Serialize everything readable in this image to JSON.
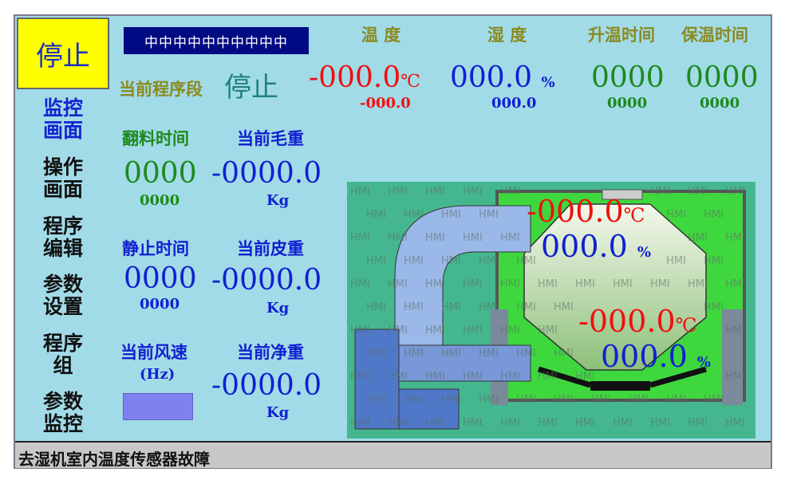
{
  "stop_button": "停止",
  "banner": "中中中中中中中中中中",
  "nav": [
    {
      "l1": "监控",
      "l2": "画面"
    },
    {
      "l1": "操作",
      "l2": "画面"
    },
    {
      "l1": "程序",
      "l2": "编辑"
    },
    {
      "l1": "参数",
      "l2": "设置"
    },
    {
      "l1": "程序",
      "l2": "组"
    },
    {
      "l1": "参数",
      "l2": "监控"
    }
  ],
  "program": {
    "label": "当前程序段",
    "value": "停止"
  },
  "headers": {
    "temp": "温  度",
    "hum": "湿  度",
    "heat": "升温时间",
    "hold": "保温时间"
  },
  "top_values": {
    "temp": "-000.0",
    "temp_unit": "℃",
    "temp_sub": "-000.0",
    "hum": "000.0",
    "hum_unit": "%",
    "hum_sub": "000.0",
    "heat": "0000",
    "heat_sub": "0000",
    "hold": "0000",
    "hold_sub": "0000"
  },
  "turn_time": {
    "label": "翻料时间",
    "value": "0000",
    "sub": "0000"
  },
  "rest_time": {
    "label": "静止时间",
    "value": "0000",
    "sub": "0000"
  },
  "wind": {
    "label": "当前风速",
    "unit": "(Hz)"
  },
  "gross": {
    "label": "当前毛重",
    "value": "-0000.0",
    "unit": "Kg"
  },
  "tare": {
    "label": "当前皮重",
    "value": "-0000.0",
    "unit": "Kg"
  },
  "net": {
    "label": "当前净重",
    "value": "-0000.0",
    "unit": "Kg"
  },
  "diagram": {
    "watermark": "HMI",
    "upper_temp": "-000.0",
    "upper_hum": "000.0",
    "lower_temp": "-000.0",
    "lower_hum": "000.0",
    "temp_unit": "℃",
    "hum_unit": "%"
  },
  "status": "去湿机室内温度传感器故障"
}
